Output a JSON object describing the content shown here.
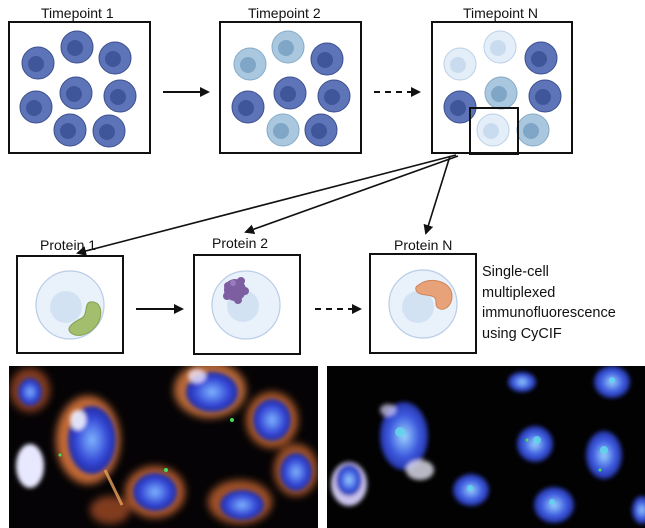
{
  "timepoints": [
    {
      "label": "Timepoint 1"
    },
    {
      "label": "Timepoint 2"
    },
    {
      "label": "Timepoint N"
    }
  ],
  "proteins": [
    {
      "label": "Protein 1"
    },
    {
      "label": "Protein 2"
    },
    {
      "label": "Protein N"
    }
  ],
  "caption_lines": [
    "Single-cell",
    "multiplexed",
    "immunofluorescence",
    "using CyCIF"
  ],
  "colors": {
    "cell_dark": "#5e74b8",
    "nucleus_dark": "#3f569b",
    "cell_mid": "#a9c8df",
    "nucleus_mid": "#7fa6c6",
    "cell_light": "#e4eef8",
    "nucleus_light": "#c9dcef",
    "protein_1": "#a3be6d",
    "protein_2": "#7d5ea0",
    "protein_N": "#e7a27a"
  }
}
